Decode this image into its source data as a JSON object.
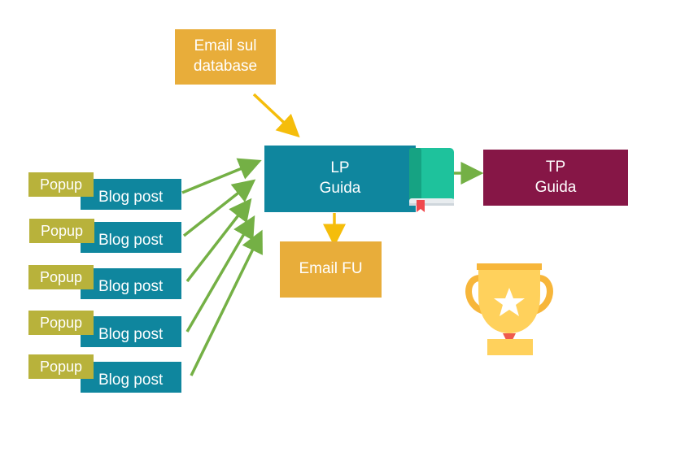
{
  "colors": {
    "teal": "#0f869e",
    "olive": "#b8b23b",
    "gold": "#e8ad3a",
    "maroon": "#861646",
    "green_arrow": "#74b045",
    "yellow_arrow": "#f5bd0b",
    "book": "#1ec29c",
    "trophy": "#ffd15c"
  },
  "email_db": {
    "line1": "Email sul",
    "line2": "database"
  },
  "lp": {
    "line1": "LP",
    "line2": "Guida"
  },
  "tp": {
    "line1": "TP",
    "line2": "Guida"
  },
  "email_fu": {
    "label": "Email FU"
  },
  "sources": [
    {
      "popup": "Popup",
      "blog": "Blog post"
    },
    {
      "popup": "Popup",
      "blog": "Blog post"
    },
    {
      "popup": "Popup",
      "blog": "Blog post"
    },
    {
      "popup": "Popup",
      "blog": "Blog post"
    },
    {
      "popup": "Popup",
      "blog": "Blog post"
    }
  ],
  "icons": {
    "book": "book-icon",
    "trophy": "trophy-star-icon"
  }
}
